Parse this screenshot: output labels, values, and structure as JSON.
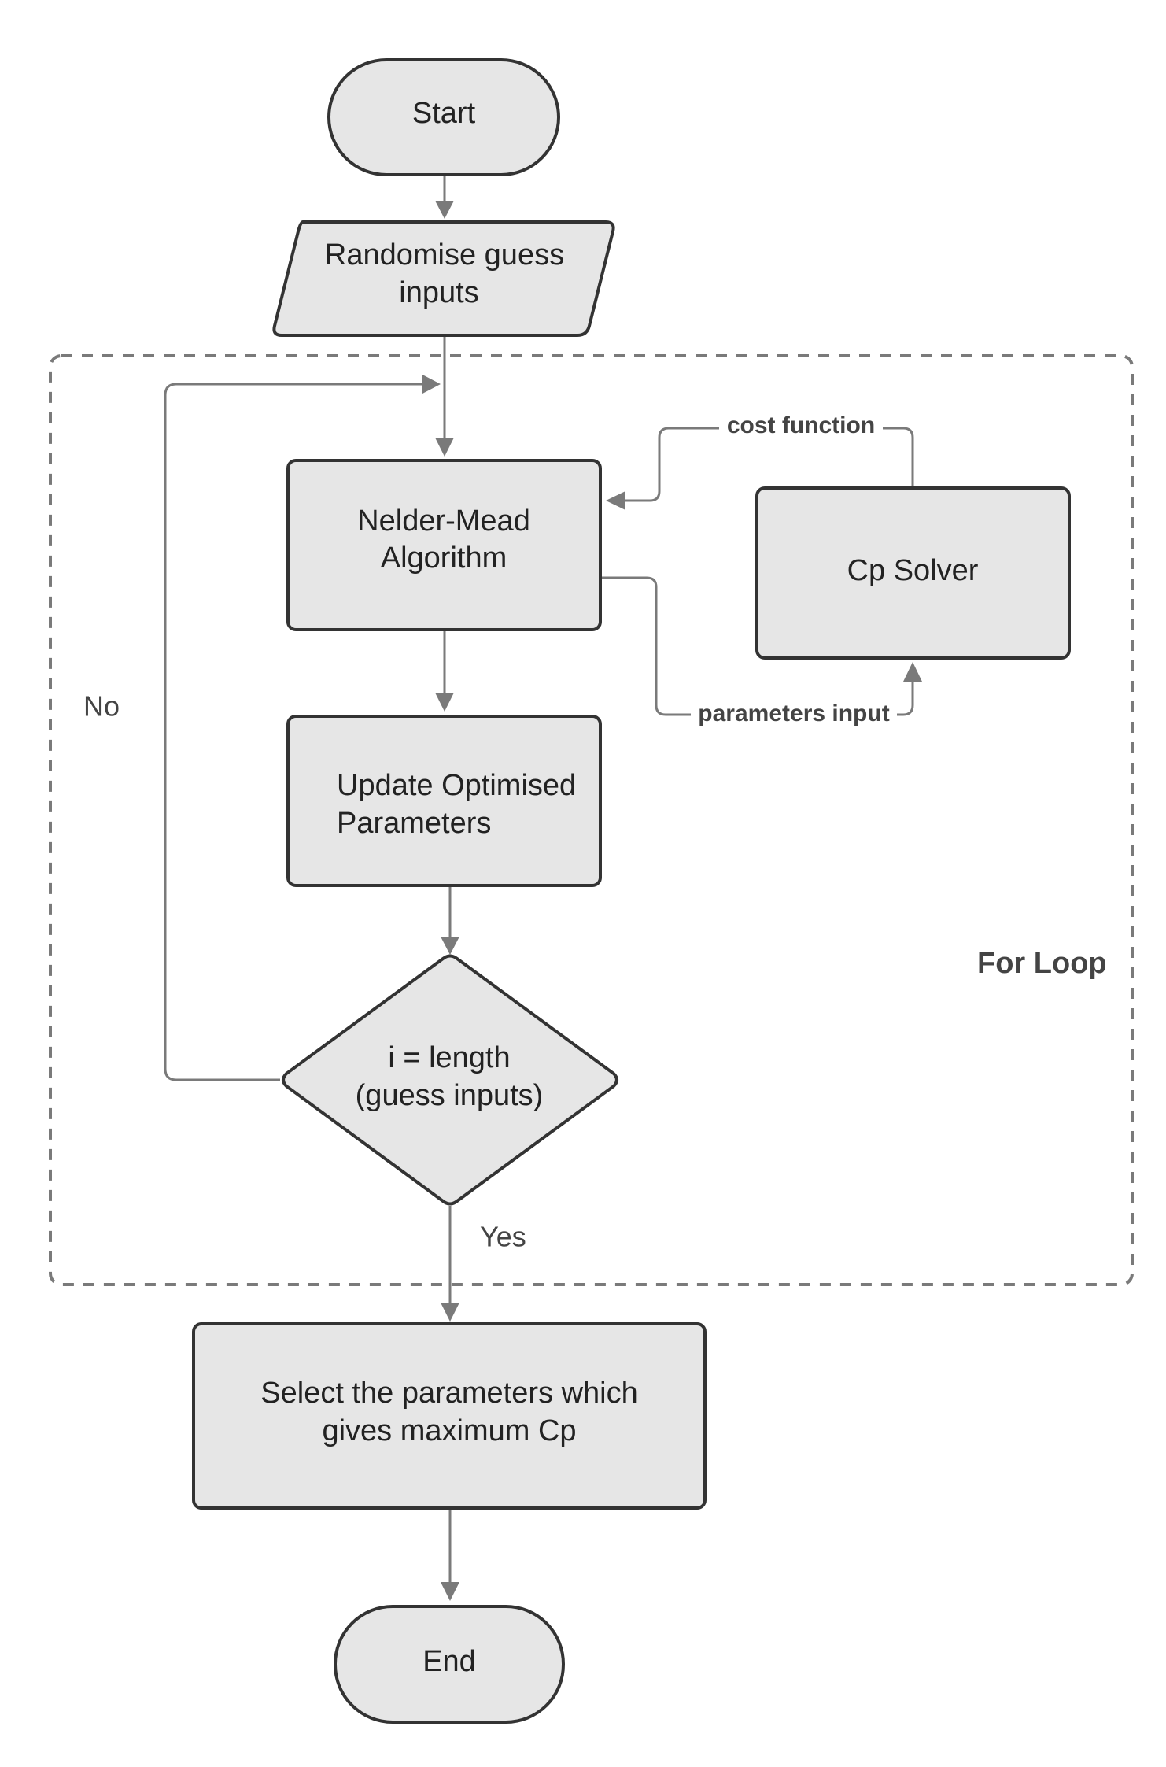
{
  "nodes": {
    "start": "Start",
    "randomise": [
      "Randomise guess",
      "inputs"
    ],
    "nelder_mead": [
      "Nelder-Mead",
      "Algorithm"
    ],
    "cp_solver": "Cp Solver",
    "update": [
      "Update Optimised",
      "Parameters"
    ],
    "decision": [
      "i = length",
      "(guess inputs)"
    ],
    "select": [
      "Select the parameters which",
      "gives maximum Cp"
    ],
    "end": "End"
  },
  "edge_labels": {
    "cost_function": "cost function",
    "parameters_input": "parameters input",
    "no": "No",
    "yes": "Yes"
  },
  "frame_label": "For Loop",
  "colors": {
    "node_fill": "#e6e6e6",
    "node_stroke": "#333333",
    "connector": "#7a7a7a",
    "text": "#222222"
  }
}
